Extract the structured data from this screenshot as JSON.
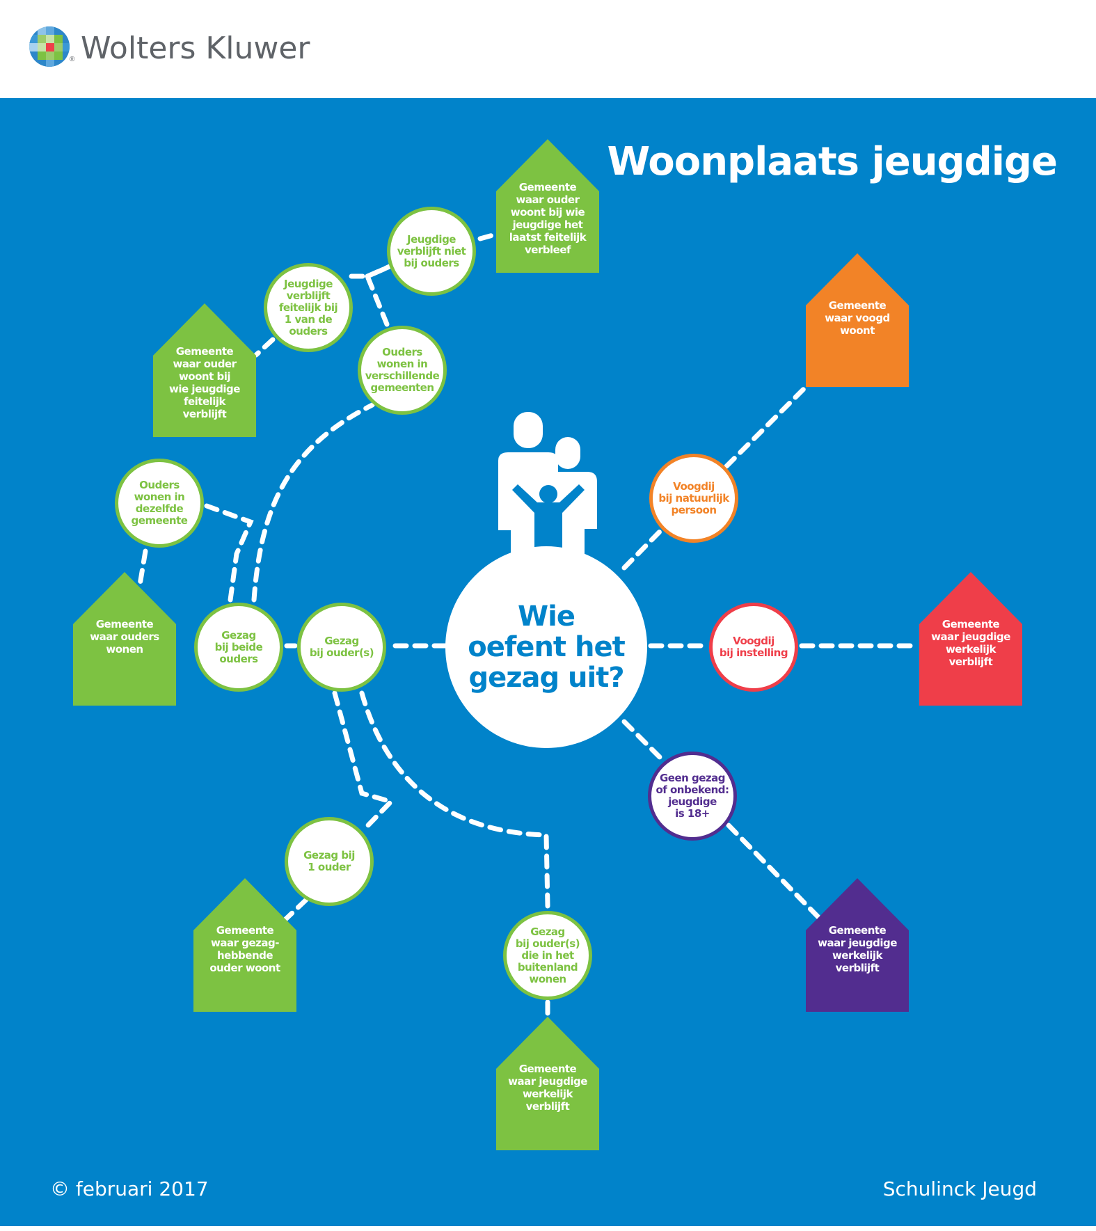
{
  "header": {
    "brand": "Wolters Kluwer",
    "brand_reg": "®",
    "logo_icon": "wolters-kluwer-pixel-globe-icon"
  },
  "title": "Woonplaats jeugdige",
  "center": {
    "question": "Wie\noefent het\ngezag uit?",
    "icon": "family-icon"
  },
  "colors": {
    "background": "#0183ca",
    "green": "#7dc242",
    "orange": "#f28327",
    "red": "#ef3e49",
    "purple": "#522d8f",
    "line": "#ffffff"
  },
  "nodes": {
    "gezag_ouders": "Gezag\nbij ouder(s)",
    "gezag_beide": "Gezag\nbij beide\nouders",
    "dezelfde_gemeente": "Ouders\nwonen in\ndezelfde\ngemeente",
    "verschillende_gemeenten": "Ouders\nwonen in\nverschillende\ngemeenten",
    "feitelijk_bij_1": "Jeugdige\nverblijft\nfeitelijk bij\n1 van de\nouders",
    "niet_bij_ouders": "Jeugdige\nverblijft niet\nbij ouders",
    "gezag_1_ouder": "Gezag bij\n1 ouder",
    "buitenland": "Gezag\nbij ouder(s)\ndie in het\nbuitenland\nwonen",
    "voogdij_persoon": "Voogdij\nbij natuurlijk\npersoon",
    "voogdij_instelling": "Voogdij\nbij instelling",
    "geen_gezag": "Geen gezag\nof onbekend:\njeugdige\nis 18+"
  },
  "houses": {
    "laatst_feitelijk": "Gemeente\nwaar ouder\nwoont bij wie\njeugdige het\nlaatst feitelijk\nverbleef",
    "ouder_feitelijk": "Gemeente\nwaar ouder\nwoont bij\nwie jeugdige\nfeitelijk\nverblijft",
    "ouders_wonen": "Gemeente\nwaar ouders\nwonen",
    "gezaghebbende": "Gemeente\nwaar gezag-\nhebbende\nouder woont",
    "jeugdige_green": "Gemeente\nwaar jeugdige\nwerkelijk\nverblijft",
    "voogd_woont": "Gemeente\nwaar voogd\nwoont",
    "jeugdige_red": "Gemeente\nwaar jeugdige\nwerkelijk\nverblijft",
    "jeugdige_purple": "Gemeente\nwaar jeugdige\nwerkelijk\nverblijft"
  },
  "footer": {
    "copyright": "© februari 2017",
    "publisher": "Schulinck Jeugd"
  }
}
